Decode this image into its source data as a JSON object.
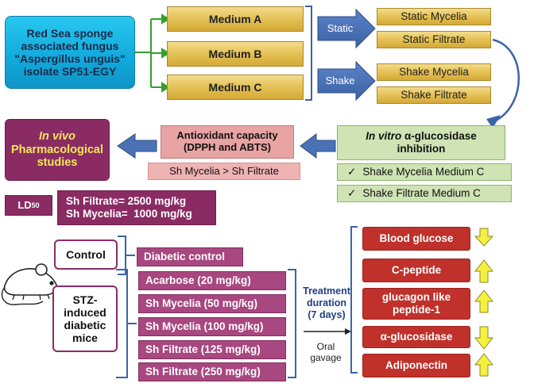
{
  "source": {
    "line1": "Red Sea sponge",
    "line2": "associated fungus",
    "line3": "\"Aspergillus unguis\"",
    "line4": "isolate SP51-EGY"
  },
  "media": [
    "Medium A",
    "Medium B",
    "Medium C"
  ],
  "conditions": {
    "static": "Static",
    "shake": "Shake"
  },
  "products": [
    "Static Mycelia",
    "Static Filtrate",
    "Shake Mycelia",
    "Shake Filtrate"
  ],
  "in_vitro": {
    "italic": "In vitro",
    "rest": " α-glucosidase",
    "line2": "inhibition"
  },
  "in_vitro_results": [
    "Shake Mycelia Medium C",
    "Shake Filtrate Medium C"
  ],
  "antioxidant": {
    "line1": "Antioxidant capacity",
    "line2": "(DPPH and ABTS)",
    "result": "Sh Mycelia > Sh Filtrate"
  },
  "in_vivo": {
    "line1": "In vivo",
    "line2": "Pharmacological",
    "line3": "studies"
  },
  "ld50": {
    "label": "LD",
    "sub": "50",
    "line1": "Sh Filtrate= 2500 mg/kg",
    "line2": "Sh Mycelia=  1000 mg/kg"
  },
  "groups": {
    "control": "Control",
    "stz_line1": "STZ-",
    "stz_line2": "induced",
    "stz_line3": "diabetic",
    "stz_line4": "mice"
  },
  "treatments": [
    "Diabetic control",
    "Acarbose (20 mg/kg)",
    "Sh Mycelia (50 mg/kg)",
    "Sh Mycelia (100 mg/kg)",
    "Sh Filtrate (125 mg/kg)",
    "Sh Filtrate (250 mg/kg)"
  ],
  "treatment_duration": {
    "line1": "Treatment",
    "line2": "duration",
    "line3": "(7 days)"
  },
  "route": {
    "line1": "Oral",
    "line2": "gavage"
  },
  "outcomes": [
    {
      "label": "Blood glucose",
      "direction": "down"
    },
    {
      "label": "C-peptide",
      "direction": "up"
    },
    {
      "label": "glucagon like peptide-1",
      "direction": "up"
    },
    {
      "label": "α-glucosidase",
      "direction": "down"
    },
    {
      "label": "Adiponectin",
      "direction": "up"
    }
  ],
  "colors": {
    "gold": "#e6c35a",
    "plum": "#8b2b64",
    "red": "#c0312b",
    "green": "#cfe3b4",
    "pink": "#e8a3a3",
    "arrow_blue": "#4a72b5",
    "arrow_yellow": "#f5ef3f"
  }
}
